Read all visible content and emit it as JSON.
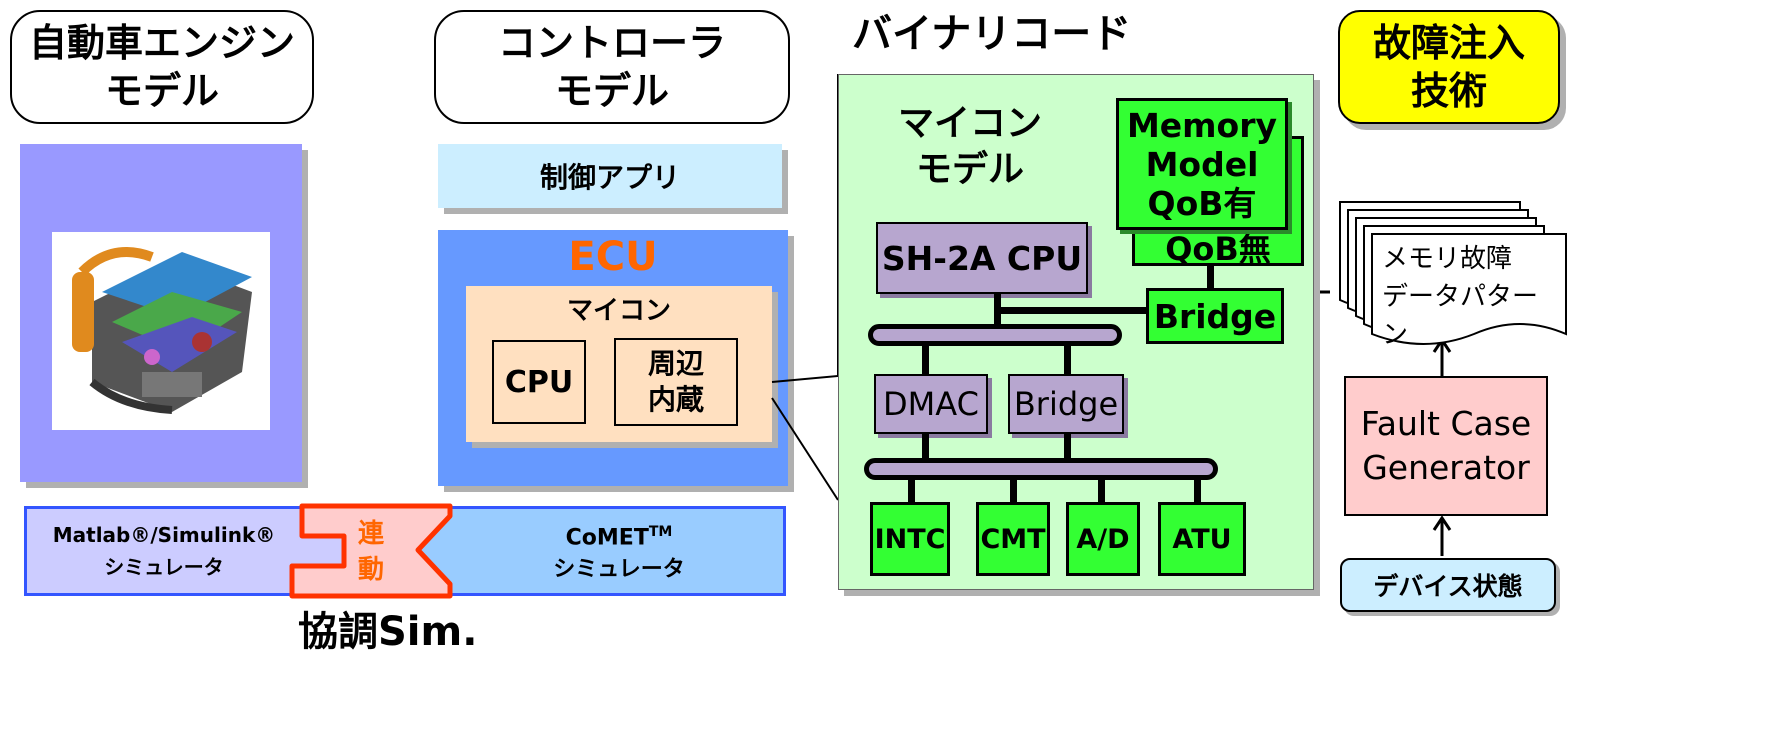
{
  "labels": {
    "engine_model_1": "自動車エンジン",
    "engine_model_2": "モデル",
    "controller_model_1": "コントローラ",
    "controller_model_2": "モデル",
    "binary_code": "バイナリコード",
    "fault_injection_1": "故障注入",
    "fault_injection_2": "技術"
  },
  "controller": {
    "app": "制御アプリ",
    "ecu": "ECU",
    "micon": "マイコン",
    "cpu": "CPU",
    "periph_1": "周辺",
    "periph_2": "内蔵"
  },
  "simulators": {
    "matlab_1": "Matlab®/Simulink®",
    "matlab_2": "シミュレータ",
    "link_1": "連",
    "link_2": "動",
    "comet_1": "CoMET",
    "comet_tm": "TM",
    "comet_2": "シミュレータ",
    "cosim": "協調Sim."
  },
  "micon_model": {
    "title_1": "マイコン",
    "title_2": "モデル",
    "memory_1": "Memory",
    "memory_2": "Model",
    "memory_3": "QoB有",
    "memory_back": "QoB無",
    "cpu": "SH-2A CPU",
    "bridge_top": "Bridge",
    "dmac": "DMAC",
    "bridge_mid": "Bridge",
    "periph": [
      "INTC",
      "CMT",
      "A/D",
      "ATU"
    ]
  },
  "fault": {
    "pattern_1": "メモリ故障",
    "pattern_2": "データパターン",
    "generator_1": "Fault Case",
    "generator_2": "Generator",
    "device_state": "デバイス状態"
  },
  "colors": {
    "engine_bg": "#9999ff",
    "app_bg": "#cceeff",
    "ecu_bg": "#6699ff",
    "micon_bg": "#ffe0c0",
    "ecu_text": "#ff6600",
    "matlab_bg": "#ccccff",
    "comet_bg": "#99ccff",
    "link_bg": "#ffcccc",
    "link_border": "#ff3300",
    "micon_model_bg": "#ccffcc",
    "green_box": "#33ff33",
    "purple_box": "#b7a6cf",
    "fault_yellow": "#ffff00",
    "generator_bg": "#ffcccc",
    "device_bg": "#cceeff"
  }
}
